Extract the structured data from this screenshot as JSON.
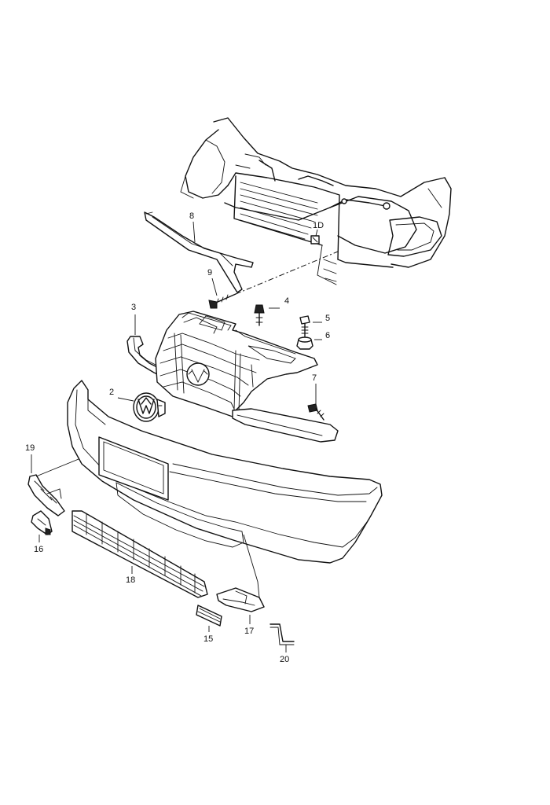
{
  "callouts": [
    {
      "id": "c1D",
      "text": "1D"
    },
    {
      "id": "c2",
      "text": "2"
    },
    {
      "id": "c3",
      "text": "3"
    },
    {
      "id": "c4",
      "text": "4"
    },
    {
      "id": "c5",
      "text": "5"
    },
    {
      "id": "c6",
      "text": "6"
    },
    {
      "id": "c7",
      "text": "7"
    },
    {
      "id": "c8",
      "text": "8"
    },
    {
      "id": "c9",
      "text": "9"
    },
    {
      "id": "c15",
      "text": "15"
    },
    {
      "id": "c16",
      "text": "16"
    },
    {
      "id": "c17",
      "text": "17"
    },
    {
      "id": "c18",
      "text": "18"
    },
    {
      "id": "c19",
      "text": "19"
    },
    {
      "id": "c20",
      "text": "20"
    }
  ]
}
